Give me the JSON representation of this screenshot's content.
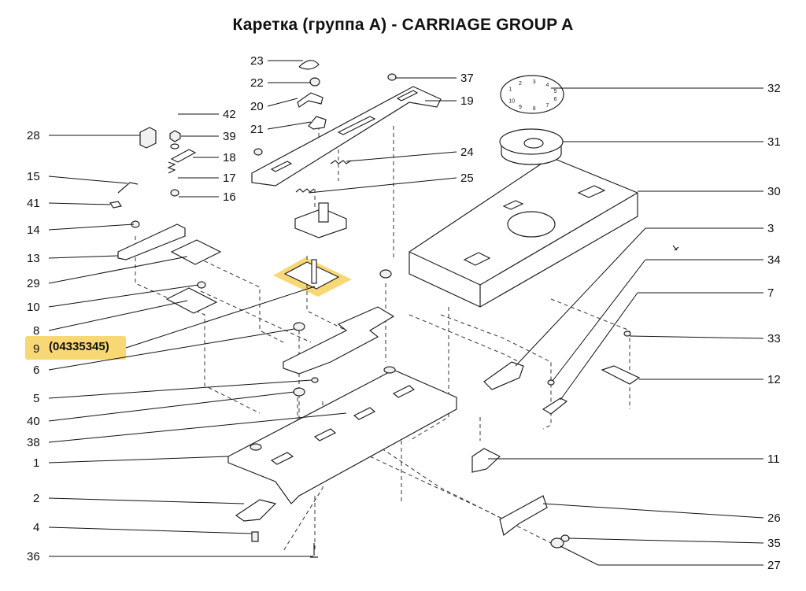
{
  "title": "Каретка (группа А) - CARRIAGE GROUP A",
  "highlight": {
    "part": "9",
    "code": "(04335345)",
    "color": "#f8d775"
  },
  "labels": {
    "p1": "1",
    "p2": "2",
    "p3": "3",
    "p4": "4",
    "p5": "5",
    "p6": "6",
    "p7": "7",
    "p8": "8",
    "p9": "9",
    "p10": "10",
    "p11": "11",
    "p12": "12",
    "p13": "13",
    "p14": "14",
    "p15": "15",
    "p16": "16",
    "p17": "17",
    "p18": "18",
    "p19": "19",
    "p20": "20",
    "p21": "21",
    "p22": "22",
    "p23": "23",
    "p24": "24",
    "p25": "25",
    "p26": "26",
    "p27": "27",
    "p28": "28",
    "p29": "29",
    "p30": "30",
    "p31": "31",
    "p32": "32",
    "p33": "33",
    "p34": "34",
    "p35": "35",
    "p36": "36",
    "p37": "37",
    "p38": "38",
    "p39": "39",
    "p40": "40",
    "p41": "41",
    "p42": "42"
  },
  "dial_numbers": [
    "1",
    "2",
    "3",
    "4",
    "5",
    "6",
    "7",
    "8",
    "9",
    "10"
  ]
}
